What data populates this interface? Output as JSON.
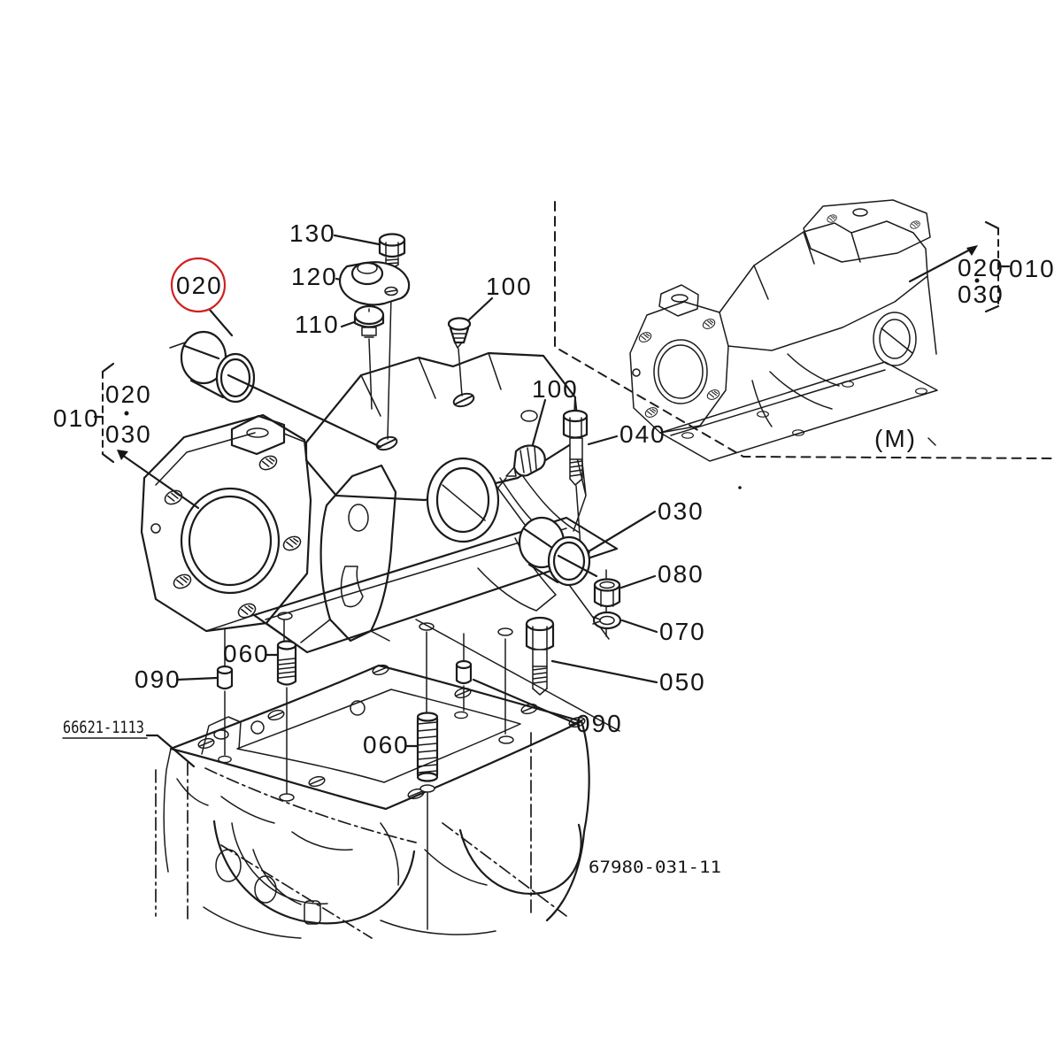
{
  "diagram": {
    "line_color": "#1b1b1b",
    "highlight_color": "#cf2020",
    "callouts": {
      "c130": "130",
      "c120": "120",
      "c110": "110",
      "c020_circled": "020",
      "c100_top": "100",
      "c100_mid": "100",
      "c040": "040",
      "c030_right": "030",
      "c080": "080",
      "c070": "070",
      "c050": "050",
      "c060_left": "060",
      "c090_left": "090",
      "c060_bottom": "060",
      "c090_bottom": "090"
    },
    "left_group": {
      "c010": "010",
      "c020": "020",
      "c030": "030"
    },
    "right_group": {
      "c010": "010",
      "c020": "020",
      "c030": "030"
    },
    "part_number": "66621-1113",
    "figure_code": "67980-031-11",
    "inset_marker": "(M)"
  }
}
